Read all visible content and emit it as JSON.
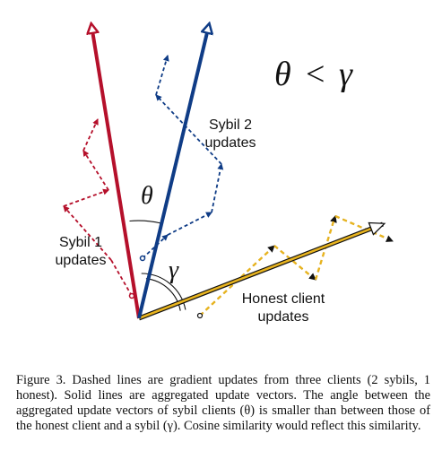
{
  "labels": {
    "sybil1_line1": "Sybil 1",
    "sybil1_line2": "updates",
    "sybil2_line1": "Sybil 2",
    "sybil2_line2": "updates",
    "honest_line1": "Honest client",
    "honest_line2": "updates",
    "theta": "θ",
    "gamma": "γ",
    "equation_lhs": "θ",
    "equation_op": "<",
    "equation_rhs": "γ"
  },
  "colors": {
    "sybil1": "#b5102b",
    "sybil2": "#0f3c86",
    "honest": "#e8b41f"
  },
  "caption": "Figure 3. Dashed lines are gradient updates from three clients (2 sybils, 1 honest). Solid lines are aggregated update vectors. The angle between the aggregated update vectors of sybil clients (θ) is smaller than between those of the honest client and a sybil (γ). Cosine similarity would reflect this similarity."
}
